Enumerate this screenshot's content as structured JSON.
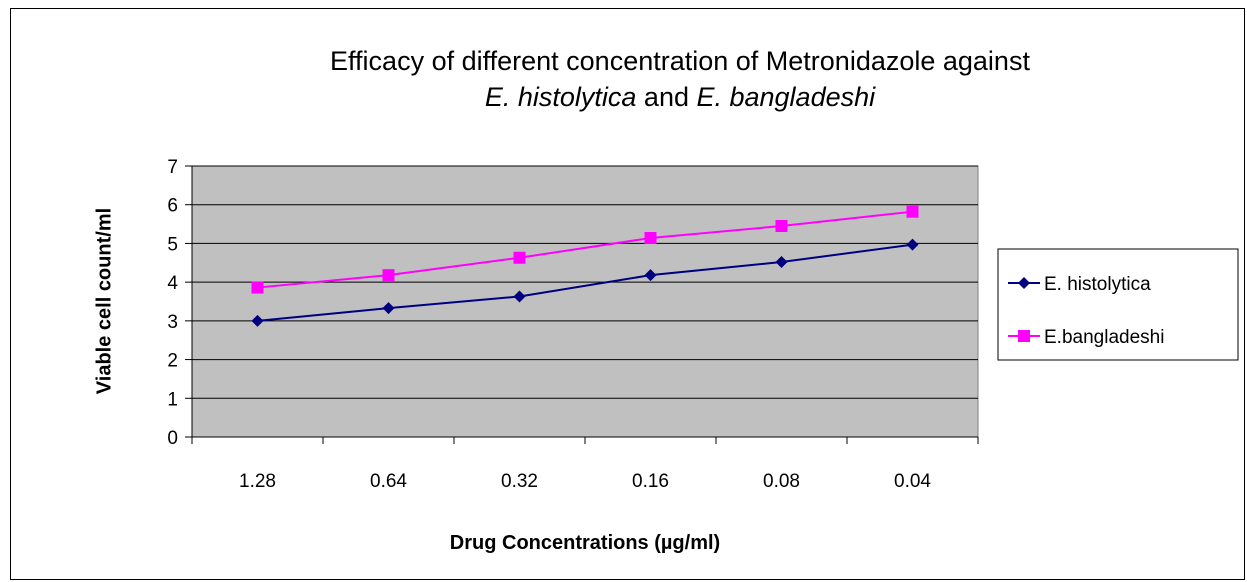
{
  "chart_data": {
    "type": "line",
    "title_line1": "Efficacy of different concentration of Metronidazole against",
    "title_line2_part1": "E. histolytica",
    "title_line2_part2": " and ",
    "title_line2_part3": "E. bangladeshi",
    "xlabel": "Drug Concentrations (µg/ml)",
    "ylabel": "Viable cell count/ml",
    "categories": [
      "1.28",
      "0.64",
      "0.32",
      "0.16",
      "0.08",
      "0.04"
    ],
    "ylim": [
      0,
      7
    ],
    "yticks": [
      "0",
      "1",
      "2",
      "3",
      "4",
      "5",
      "6",
      "7"
    ],
    "grid": true,
    "legend_position": "right",
    "plot_background": "#c0c0c0",
    "series": [
      {
        "name": "E. histolytica",
        "color": "#000080",
        "marker": "diamond",
        "values": [
          3.0,
          3.33,
          3.63,
          4.18,
          4.52,
          4.97
        ]
      },
      {
        "name": "E.bangladeshi",
        "color": "#ff00ff",
        "marker": "square",
        "values": [
          3.86,
          4.18,
          4.63,
          5.14,
          5.45,
          5.82
        ]
      }
    ]
  }
}
